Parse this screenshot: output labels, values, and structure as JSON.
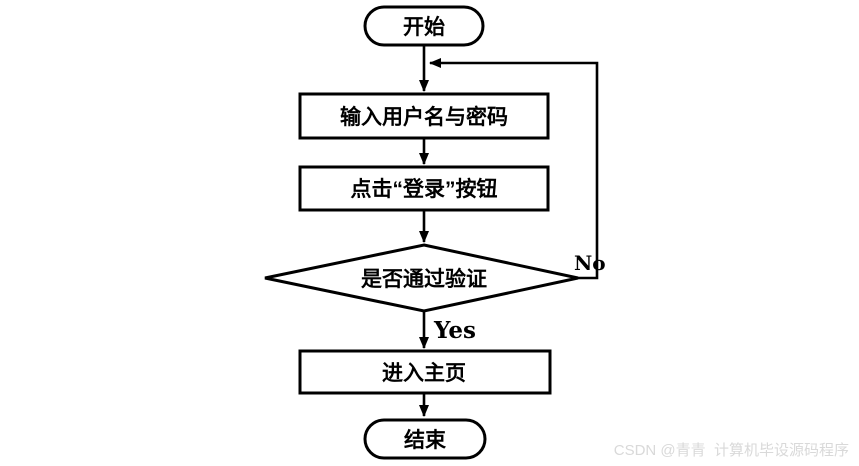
{
  "diagram": {
    "background": "#ffffff",
    "stroke_color": "#000000",
    "nodes": {
      "start": {
        "label": "开始",
        "shape": "stadium"
      },
      "input_credentials": {
        "label": "输入用户名与密码",
        "shape": "rect"
      },
      "click_login": {
        "label": "点击“登录”按钮",
        "shape": "rect"
      },
      "verify": {
        "label": "是否通过验证",
        "shape": "diamond"
      },
      "enter_home": {
        "label": "进入主页",
        "shape": "rect"
      },
      "end": {
        "label": "结束",
        "shape": "stadium"
      }
    },
    "edge_labels": {
      "yes": "Yes",
      "no": "No"
    }
  },
  "watermark": {
    "text": "CSDN @青青  计算机毕设源码程序",
    "color": "#d9d9d9"
  }
}
